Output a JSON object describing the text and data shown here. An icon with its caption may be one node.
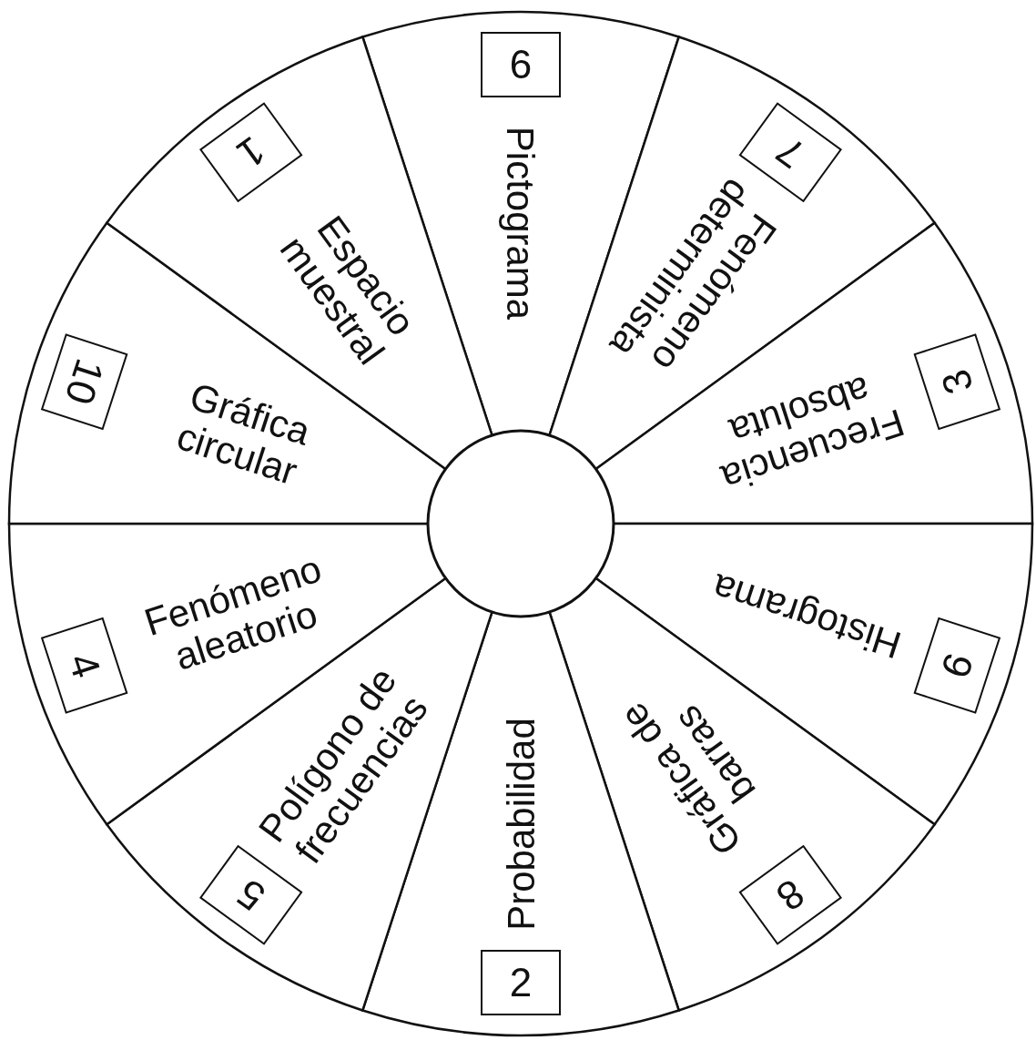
{
  "diagram": {
    "nodes": [
      {
        "text": [
          "Pictograma"
        ]
      },
      {
        "text": [
          "6"
        ],
        "in": 0
      },
      {
        "text": [
          "Fenómeno determinista"
        ]
      },
      {
        "text": [
          "7"
        ],
        "in": 2
      },
      {
        "text": [
          "Frecuencia absoluta"
        ]
      },
      {
        "text": [
          "3"
        ],
        "in": 4
      },
      {
        "text": [
          "Histograma"
        ]
      },
      {
        "text": [
          "9"
        ],
        "in": 6
      },
      {
        "text": [
          "Gráfica de barras"
        ]
      },
      {
        "text": [
          "8"
        ],
        "in": 8
      },
      {
        "text": [
          "Probabilidad"
        ]
      },
      {
        "text": [
          "2"
        ],
        "in": 10
      },
      {
        "text": [
          "Polígono de frecuencias"
        ]
      },
      {
        "text": [
          "5"
        ],
        "in": 12
      },
      {
        "text": [
          "Fenómeno aleatorio"
        ]
      },
      {
        "text": [
          "4"
        ],
        "in": 14
      },
      {
        "text": [
          "Gráfica circular"
        ]
      },
      {
        "text": [
          "10"
        ],
        "in": 16
      },
      {
        "text": [
          "Espacio muestral"
        ]
      },
      {
        "text": [
          "1"
        ],
        "in": 18
      },
      {
        "text": [],
        "shape": "circle"
      }
    ],
    "edges": []
  }
}
